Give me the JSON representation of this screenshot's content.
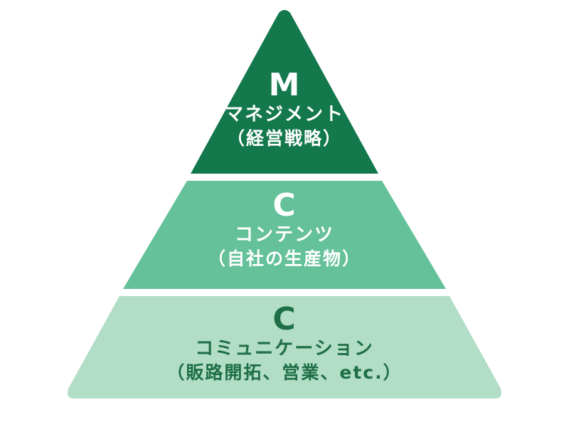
{
  "pyramid": {
    "tiers": [
      {
        "letter": "M",
        "name": "マネジメント",
        "detail": "（経営戦略）",
        "color": "#13784c"
      },
      {
        "letter": "C",
        "name": "コンテンツ",
        "detail": "（自社の生産物）",
        "color": "#64c199"
      },
      {
        "letter": "C",
        "name": "コミュニケーション",
        "detail": "（販路開拓、営業、etc.）",
        "color": "#b2ddc6"
      }
    ]
  }
}
